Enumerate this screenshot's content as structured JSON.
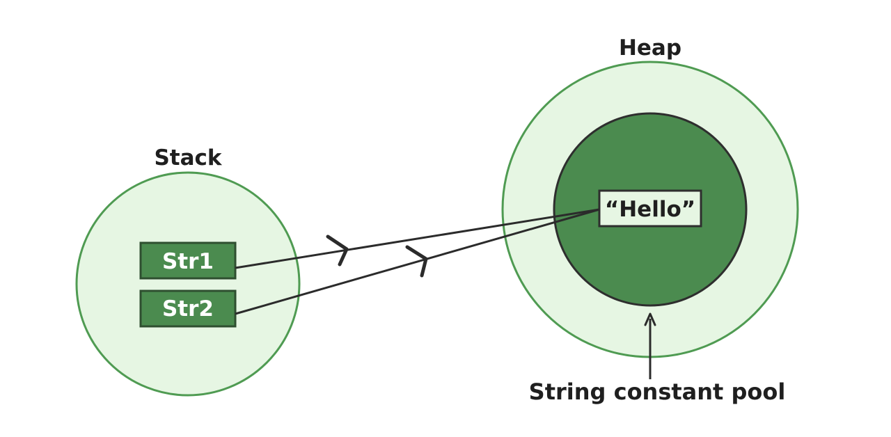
{
  "stack": {
    "title": "Stack",
    "variables": [
      "Str1",
      "Str2"
    ]
  },
  "heap": {
    "title": "Heap",
    "pool_value": "“Hello”",
    "pool_label": "String constant pool"
  },
  "colors": {
    "outer_fill": "#e6f6e3",
    "outer_stroke": "#4f9b52",
    "pool_fill": "#4b8b4f",
    "pool_stroke": "#2e2e2e",
    "box_fill": "#4b8b4f",
    "box_stroke": "#2f4f30",
    "value_fill": "#e6f6e3",
    "line": "#2b2b2b"
  }
}
